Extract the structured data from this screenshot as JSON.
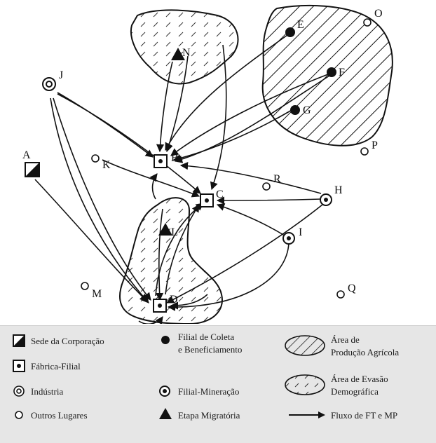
{
  "places": {
    "A": "A",
    "B": "B",
    "C": "C",
    "D": "D",
    "E": "E",
    "F": "F",
    "G": "G",
    "H": "H",
    "I": "I",
    "J": "J",
    "K": "K",
    "L": "L",
    "M": "M",
    "N": "N",
    "O": "O",
    "P": "P",
    "Q": "Q",
    "R": "R"
  },
  "legend": {
    "sede": "Sede da Corporação",
    "fabrica": "Fábrica-Filial",
    "industria": "Indústria",
    "outros": "Outros Lugares",
    "coleta_1": "Filial de Coleta",
    "coleta_2": "e Beneficiamento",
    "mineracao": "Filial-Mineração",
    "migratoria": "Etapa Migratória",
    "agricola_1": "Área de",
    "agricola_2": "Produção Agrícola",
    "evasao_1": "Área de Evasão",
    "evasao_2": "Demográfica",
    "fluxo": "Fluxo de FT e MP"
  },
  "colors": {
    "ink": "#111111",
    "legend_bg": "#e6e6e6",
    "page": "#ffffff"
  },
  "icons": {
    "sede": "half-filled-square-icon",
    "fabrica": "square-with-dot-icon",
    "industria": "double-circle-icon",
    "outros": "open-circle-icon",
    "coleta": "filled-circle-icon",
    "mineracao": "circle-with-dot-icon",
    "migratoria": "filled-triangle-icon",
    "agricola": "hatched-ellipse-icon",
    "evasao": "dashed-ellipse-icon",
    "fluxo": "arrow-icon"
  }
}
